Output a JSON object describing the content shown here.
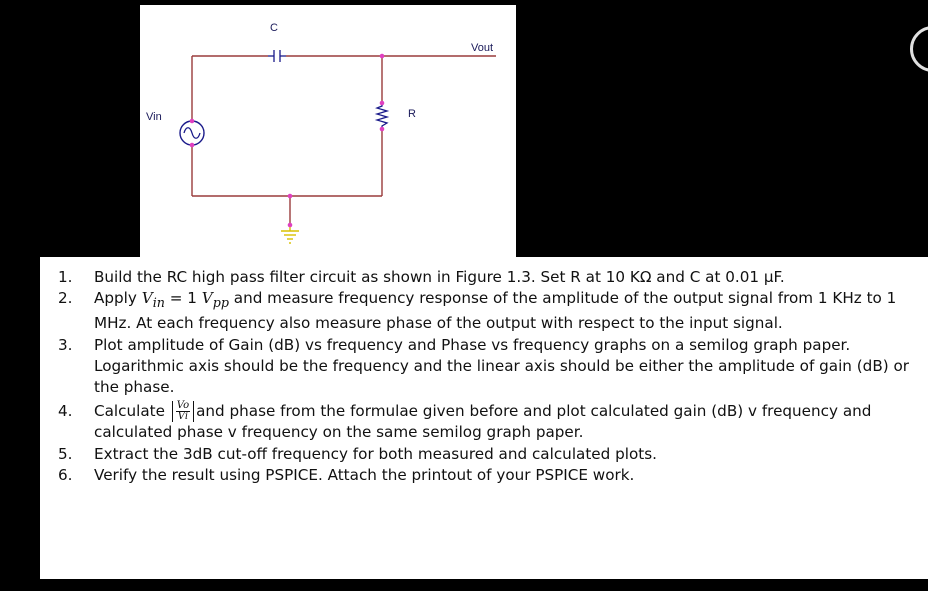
{
  "circuit": {
    "cap_label": "C",
    "res_label": "R",
    "vin_label": "Vin",
    "vout_label": "Vout",
    "colors": {
      "wire": "#9a3b3b",
      "node": "#e040c0",
      "component": "#1a1a8a",
      "ground": "#d9c000"
    }
  },
  "steps": [
    {
      "num": "1.",
      "text": "Build the RC high pass filter circuit as shown in Figure 1.3.  Set R at 10 KΩ and C at 0.01 µF."
    },
    {
      "num": "2.",
      "pre": "Apply ",
      "vin_v": "V",
      "vin_sub": "in",
      "eq": " = 1 ",
      "vpp_v": "V",
      "vpp_sub": "pp",
      "post": " and measure frequency response of the amplitude of the output signal from 1 KHz to 1 MHz. At each frequency also measure phase of the output with respect to the input signal."
    },
    {
      "num": "3.",
      "text": "Plot amplitude of Gain (dB) vs frequency and Phase vs frequency graphs on a semilog graph paper. Logarithmic axis should be the frequency and the linear axis should be either the amplitude of gain (dB) or the phase."
    },
    {
      "num": "4.",
      "pre": "Calculate ",
      "frac_num": "Vo",
      "frac_den": "Vi",
      "post": "and phase from the formulae given before and plot calculated gain (dB) v frequency and calculated phase v frequency on the same semilog graph paper."
    },
    {
      "num": "5.",
      "text": "Extract the 3dB cut-off frequency for both measured and calculated plots."
    },
    {
      "num": "6.",
      "text": "Verify the result using PSPICE. Attach the printout of your PSPICE work."
    }
  ]
}
